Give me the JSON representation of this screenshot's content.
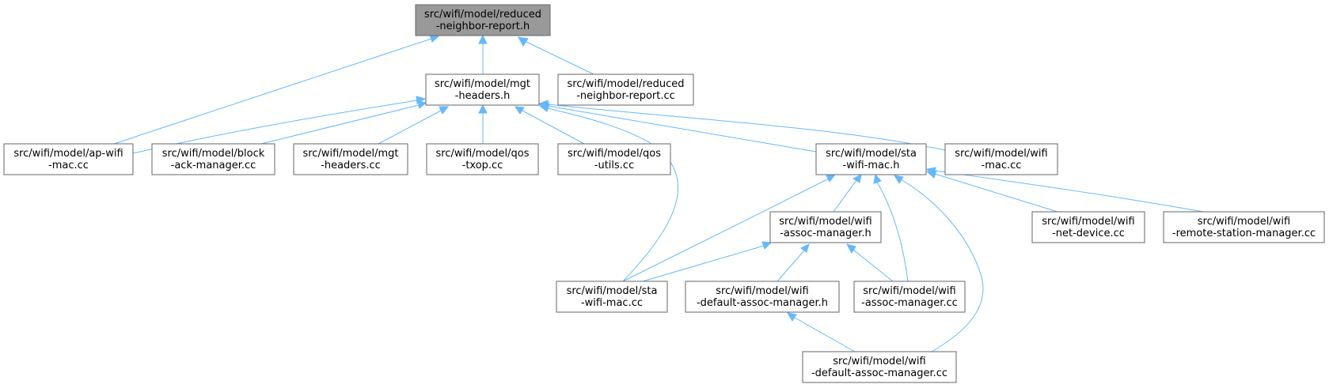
{
  "nodes": {
    "rnr_h": [
      "src/wifi/model/reduced",
      "-neighbor-report.h"
    ],
    "mgt_h": [
      "src/wifi/model/mgt",
      "-headers.h"
    ],
    "rnr_cc": [
      "src/wifi/model/reduced",
      "-neighbor-report.cc"
    ],
    "apwifi_cc": [
      "src/wifi/model/ap-wifi",
      "-mac.cc"
    ],
    "block_cc": [
      "src/wifi/model/block",
      "-ack-manager.cc"
    ],
    "mgt_cc": [
      "src/wifi/model/mgt",
      "-headers.cc"
    ],
    "qostxop_cc": [
      "src/wifi/model/qos",
      "-txop.cc"
    ],
    "qosutil_cc": [
      "src/wifi/model/qos",
      "-utils.cc"
    ],
    "sta_h": [
      "src/wifi/model/sta",
      "-wifi-mac.h"
    ],
    "wifimac_cc": [
      "src/wifi/model/wifi",
      "-mac.cc"
    ],
    "assoc_h": [
      "src/wifi/model/wifi",
      "-assoc-manager.h"
    ],
    "netdev_cc": [
      "src/wifi/model/wifi",
      "-net-device.cc"
    ],
    "remote_cc": [
      "src/wifi/model/wifi",
      "-remote-station-manager.cc"
    ],
    "sta_cc": [
      "src/wifi/model/sta",
      "-wifi-mac.cc"
    ],
    "defass_h": [
      "src/wifi/model/wifi",
      "-default-assoc-manager.h"
    ],
    "assoc_cc": [
      "src/wifi/model/wifi",
      "-assoc-manager.cc"
    ],
    "defass_cc": [
      "src/wifi/model/wifi",
      "-default-assoc-manager.cc"
    ]
  },
  "colors": {
    "root_fill": "#999999",
    "node_fill": "#ffffff",
    "node_border": "#666666",
    "edge": "#63b8ff"
  }
}
